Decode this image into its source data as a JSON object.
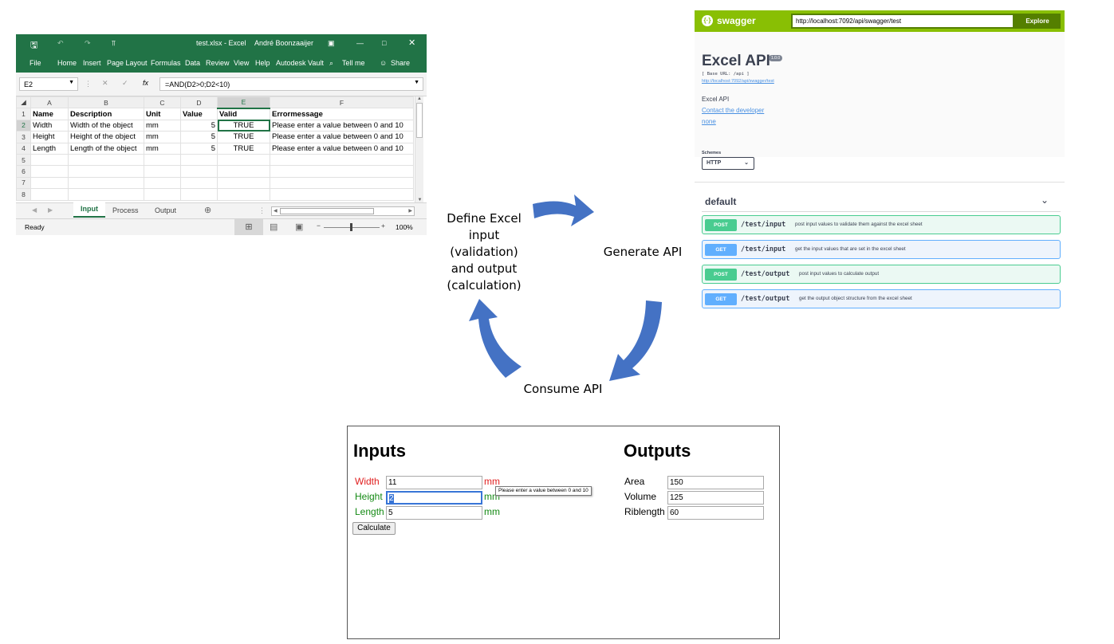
{
  "diagram": {
    "define_label_lines": [
      "Define Excel",
      "input",
      "(validation)",
      "and output",
      "(calculation)"
    ],
    "generate_label": "Generate API",
    "consume_label": "Consume API",
    "arrow_color": "#4472c4"
  },
  "excel": {
    "title": "test.xlsx  -  Excel",
    "user": "André Boonzaaijer",
    "ribbon_tabs": [
      "File",
      "Home",
      "Insert",
      "Page Layout",
      "Formulas",
      "Data",
      "Review",
      "View",
      "Help",
      "Autodesk Vault"
    ],
    "tell_me": "Tell me",
    "share": "Share",
    "name_box": "E2",
    "fx_label": "fx",
    "formula": "=AND(D2>0;D2<10)",
    "columns": [
      "A",
      "B",
      "C",
      "D",
      "E",
      "F"
    ],
    "row_numbers": [
      "1",
      "2",
      "3",
      "4",
      "5",
      "6",
      "7",
      "8"
    ],
    "header_row": [
      "Name",
      "Description",
      "Unit",
      "Value",
      "Valid",
      "Errormessage"
    ],
    "rows": [
      [
        "Width",
        "Width of the object",
        "mm",
        "5",
        "TRUE",
        "Please enter a value between 0 and 10"
      ],
      [
        "Height",
        "Height of the object",
        "mm",
        "5",
        "TRUE",
        "Please enter a value between 0 and 10"
      ],
      [
        "Length",
        "Length of the object",
        "mm",
        "5",
        "TRUE",
        "Please enter a value between 0 and 10"
      ]
    ],
    "sheet_tabs": [
      "Input",
      "Process",
      "Output"
    ],
    "active_sheet": "Input",
    "status": "Ready",
    "zoom": "100%",
    "accent_color": "#217346"
  },
  "swagger": {
    "brand": "swagger",
    "url": "http://localhost:7092/api/swagger/test",
    "explore_label": "Explore",
    "title": "Excel API",
    "version": "1.0.0",
    "base_url": "[ Base URL: /api ]",
    "spec_link": "http://localhost:7092/api/swagger/test",
    "description": "Excel API",
    "contact": "Contact the developer",
    "license": "none",
    "schemes_label": "Schemes",
    "scheme": "HTTP",
    "section": "default",
    "operations": [
      {
        "method": "POST",
        "path": "/test/input",
        "summary": "post input values to validate them against the excel sheet"
      },
      {
        "method": "GET",
        "path": "/test/input",
        "summary": "get the input values that are set in the excel sheet"
      },
      {
        "method": "POST",
        "path": "/test/output",
        "summary": "post input values to calculate output"
      },
      {
        "method": "GET",
        "path": "/test/output",
        "summary": "get the output object structure from the excel sheet"
      }
    ],
    "post_color": "#49cc90",
    "get_color": "#61afff",
    "topbar_color": "#89bf04"
  },
  "form": {
    "inputs_title": "Inputs",
    "outputs_title": "Outputs",
    "inputs": [
      {
        "label": "Width",
        "value": "11",
        "unit": "mm"
      },
      {
        "label": "Height",
        "value": "2",
        "unit": "mm"
      },
      {
        "label": "Length",
        "value": "5",
        "unit": "mm"
      }
    ],
    "tooltip": "Please enter a value between 0 and 10",
    "calculate_label": "Calculate",
    "outputs": [
      {
        "label": "Area",
        "value": "150"
      },
      {
        "label": "Volume",
        "value": "125"
      },
      {
        "label": "Riblength",
        "value": "60"
      }
    ]
  }
}
